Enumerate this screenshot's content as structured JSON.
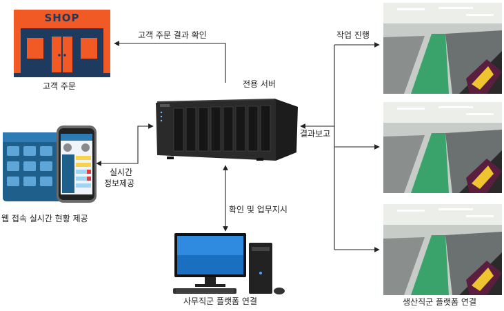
{
  "nodes": {
    "shop": {
      "sign": "SHOP",
      "caption": "고객 주문"
    },
    "server": {
      "caption": "전용 서버"
    },
    "phone": {
      "caption": "웹 접속 실시간 현황 제공"
    },
    "pc": {
      "caption": "사무직군 플랫폼 연결"
    },
    "factory": {
      "caption": "생산직군 플랫폼 연결"
    }
  },
  "edges": {
    "shop_result": "고객 주문  결과 확인",
    "work_progress": "작업 진행",
    "result_report": "결과보고",
    "realtime_line1": "실시간",
    "realtime_line2": "정보제공",
    "confirm_instruct": "확인 및 업무지시"
  },
  "colors": {
    "shop_orange": "#f15a24",
    "shop_navy": "#1f3a5f",
    "server_body": "#2a2a2a",
    "arrow": "#222222"
  }
}
